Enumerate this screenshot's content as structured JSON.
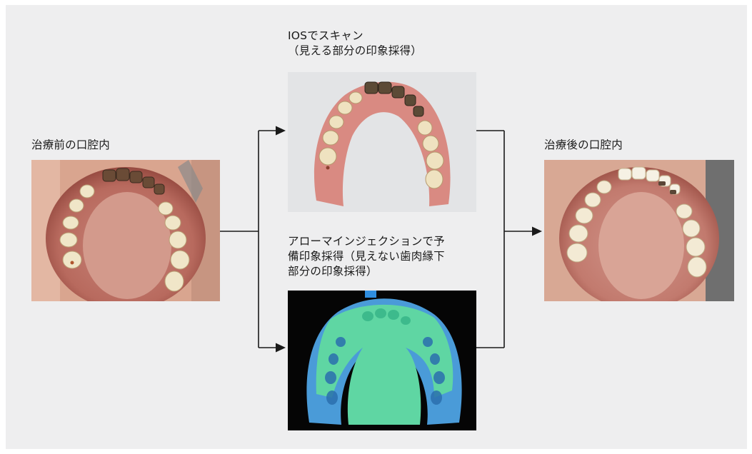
{
  "labels": {
    "before": "治療前の口腔内",
    "ios": "IOSでスキャン\n（見える部分の印象採得）",
    "injection": "アローマインジェクションで予\n備印象採得（見えない歯肉縁下\n部分の印象採得）",
    "after": "治療後の口腔内"
  },
  "colors": {
    "panel_bg": "#eeeeef",
    "connector": "#1a1a1a",
    "gingiva": "#d98a82",
    "impression_green": "#5fd6a3",
    "impression_blue": "#4a9bd8"
  }
}
